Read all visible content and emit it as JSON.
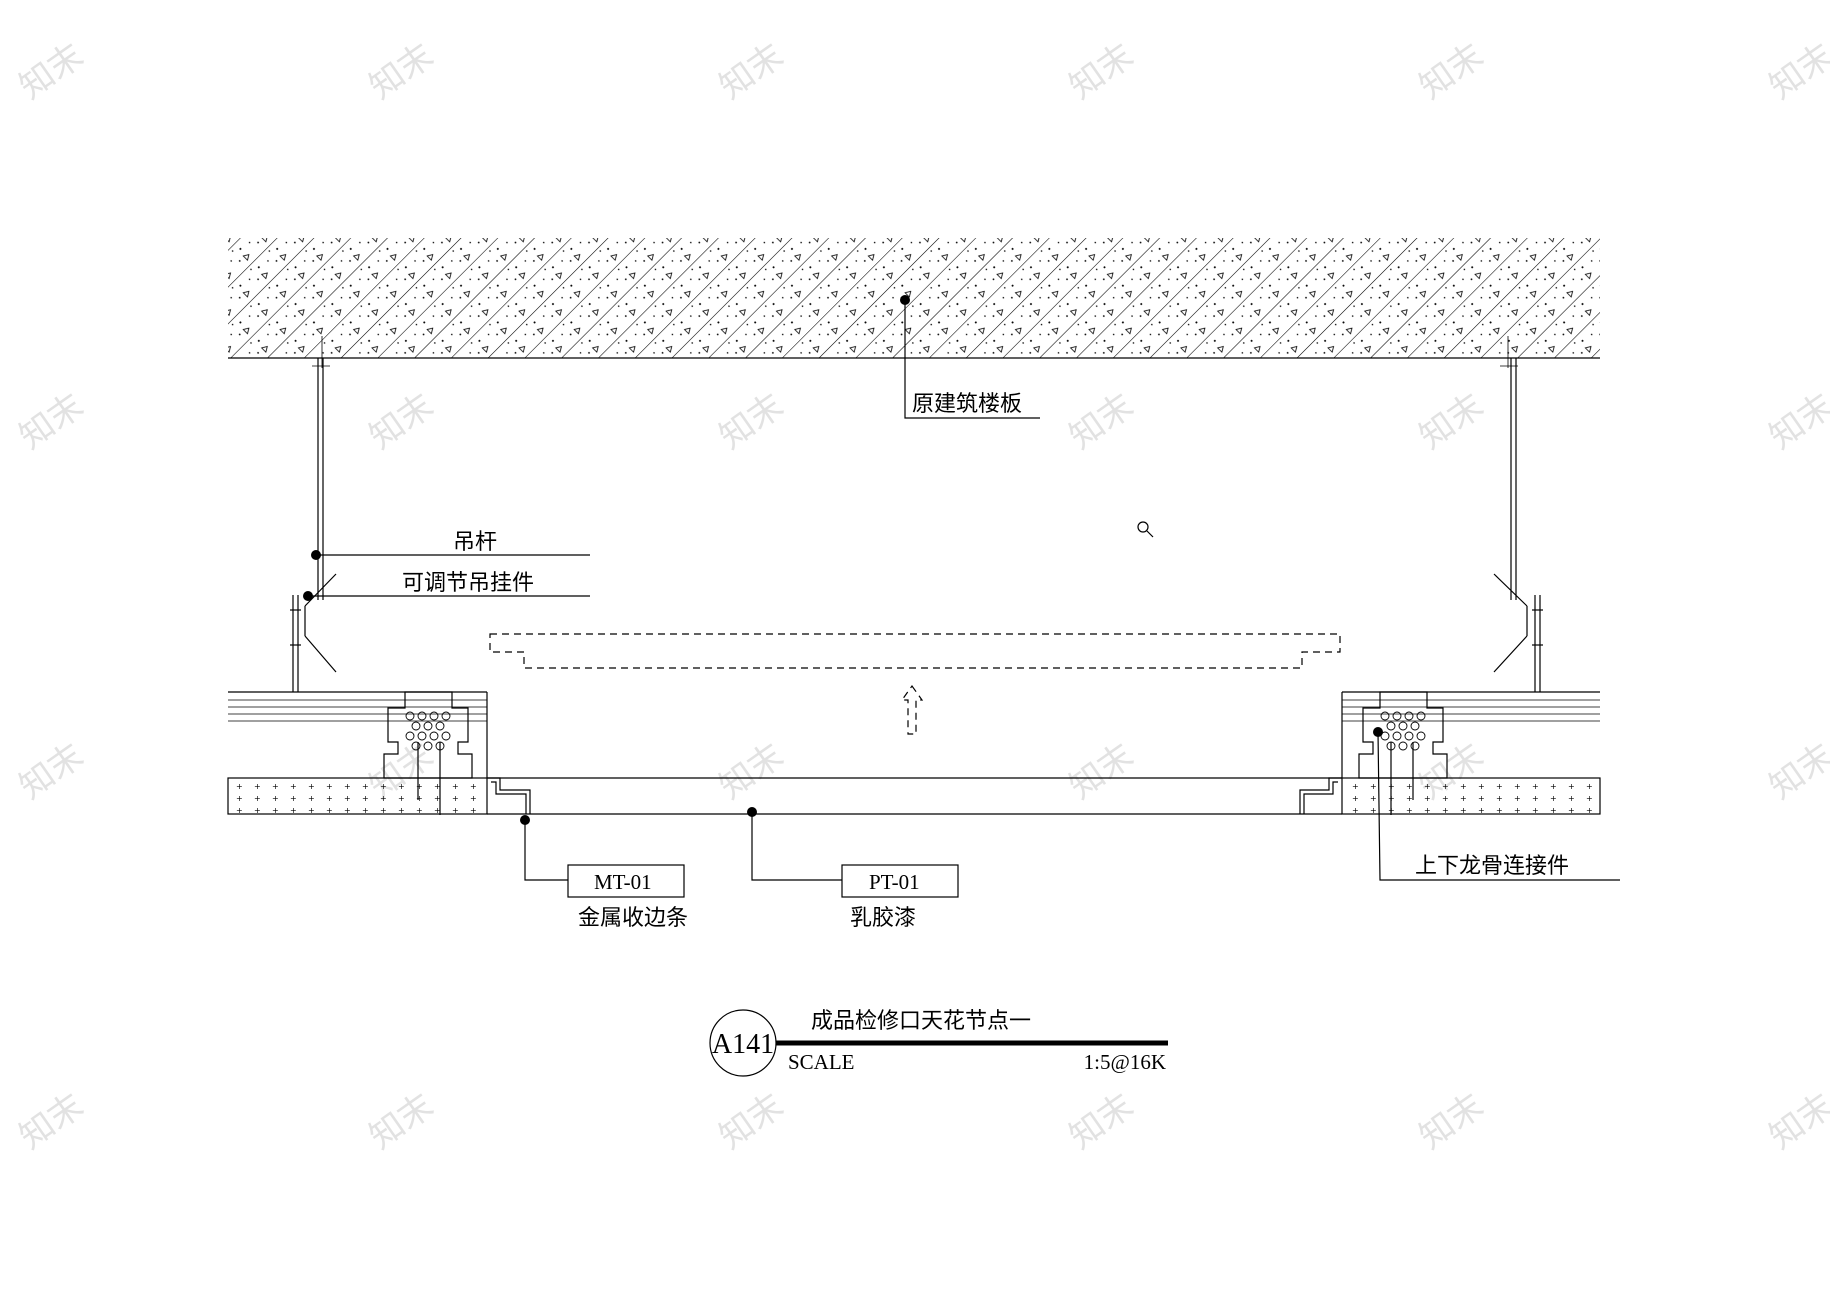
{
  "drawing": {
    "labels": {
      "slab": "原建筑楼板",
      "hanger_rod": "吊杆",
      "adjustable_hanger": "可调节吊挂件",
      "keel_connector": "上下龙骨连接件",
      "trim_label": "金属收边条",
      "paint_label": "乳胶漆"
    },
    "tags": {
      "metal": "MT-01",
      "paint": "PT-01"
    },
    "title_block": {
      "number": "A141",
      "title": "成品检修口天花节点一",
      "scale_label": "SCALE",
      "scale_value": "1:5@16K"
    },
    "watermark": "知末"
  }
}
